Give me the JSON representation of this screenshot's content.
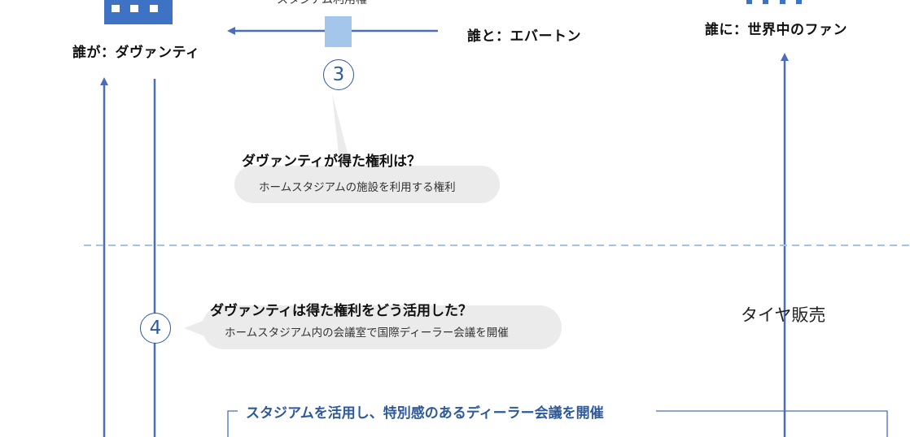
{
  "actors": {
    "who_by": "誰が：ダヴァンティ",
    "who_with": "誰と：エバートン",
    "who_to": "誰に：世界中のファン"
  },
  "flow": {
    "arrow3_label": "スタジアム利用権",
    "step3": "3",
    "step4": "4",
    "side_label": "タイヤ販売"
  },
  "q3": {
    "title": "ダヴァンティが得た権利は？",
    "answer": "ホームスタジアムの施設を利用する権利"
  },
  "q4": {
    "title": "ダヴァンティは得た権利をどう活用した？",
    "answer": "ホームスタジアム内の会議室で国際ディーラー会議を開催"
  },
  "summary": {
    "title": "スタジアムを活用し、特別感のあるディーラー会議を開催"
  },
  "colors": {
    "arrow": "#4a6fb8",
    "icon": "#3d72c4",
    "square": "#a3c6ea",
    "dash": "#9fc6ea",
    "bubble": "#ebebeb",
    "accent": "#2e5a9c"
  },
  "icons": [
    "building-icon",
    "people-icon"
  ]
}
